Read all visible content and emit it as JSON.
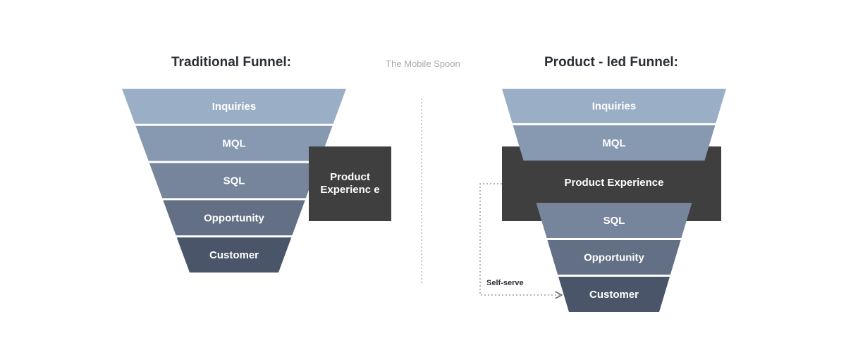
{
  "watermark": "The Mobile Spoon",
  "traditional": {
    "title": "Traditional Funnel:",
    "stages": [
      "Inquiries",
      "MQL",
      "SQL",
      "Opportunity",
      "Customer"
    ],
    "box_label": "Product Experienc e"
  },
  "product_led": {
    "title": "Product - led Funnel:",
    "stages_top": [
      "Inquiries",
      "MQL"
    ],
    "box_label": "Product Experience",
    "stages_bottom": [
      "SQL",
      "Opportunity",
      "Customer"
    ],
    "self_serve_label": "Self-serve"
  },
  "colors": {
    "stage_fills": [
      "#9aafc6",
      "#8799b1",
      "#76859c",
      "#626f84",
      "#4a556a"
    ],
    "box": "#3f3f3f",
    "title": "#2b2f38",
    "watermark": "#a5a8ad"
  }
}
